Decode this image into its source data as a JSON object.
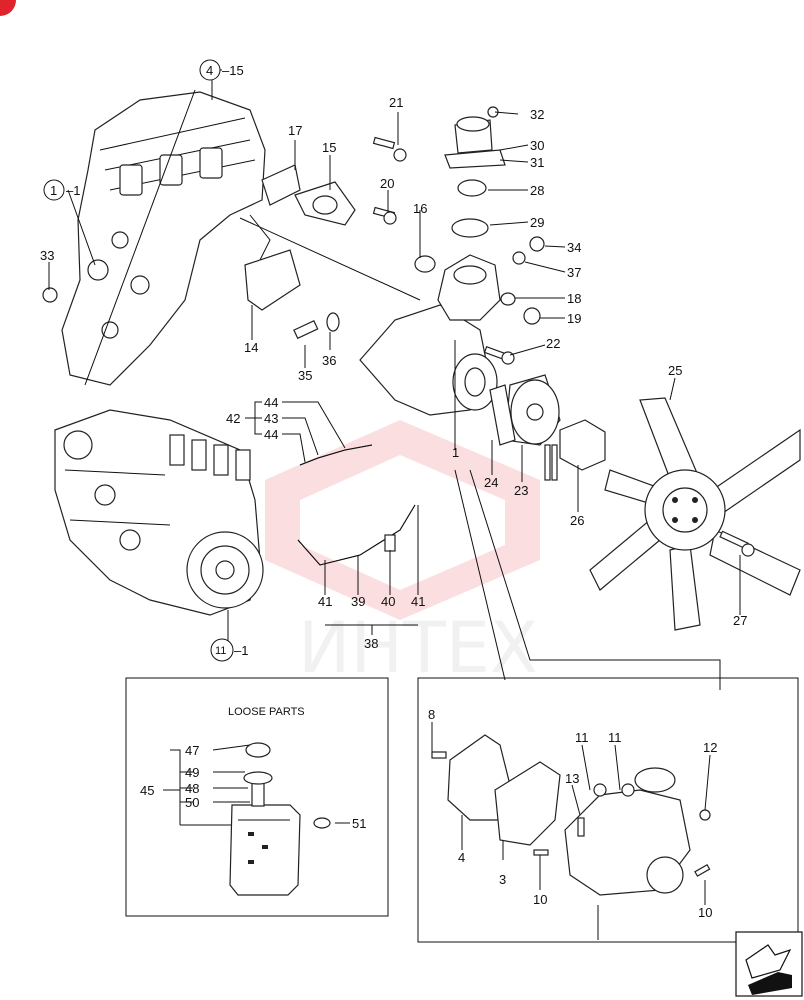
{
  "loose_parts_title": "LOOSE PARTS",
  "watermark": "ИНТЕХ",
  "colors": {
    "accent": "#e0232d",
    "ink": "#111111",
    "watermark": "#e6464f"
  },
  "callouts": {
    "ref_4_15": "4",
    "ref_4_15_suffix": "–15",
    "ref_1_1": "1",
    "ref_1_1_suffix": "–1",
    "ref_11_1": "11",
    "ref_11_1_suffix": "–1",
    "p1": "1",
    "p3": "3",
    "p4": "4",
    "p8": "8",
    "p10a": "10",
    "p10b": "10",
    "p11a": "11",
    "p11b": "11",
    "p12": "12",
    "p13": "13",
    "p14": "14",
    "p15": "15",
    "p16": "16",
    "p17": "17",
    "p18": "18",
    "p19": "19",
    "p20": "20",
    "p21": "21",
    "p22": "22",
    "p23": "23",
    "p24": "24",
    "p25": "25",
    "p26": "26",
    "p27": "27",
    "p28": "28",
    "p29": "29",
    "p30": "30",
    "p31": "31",
    "p32": "32",
    "p33": "33",
    "p34": "34",
    "p35": "35",
    "p36": "36",
    "p37": "37",
    "p38": "38",
    "p39": "39",
    "p40": "40",
    "p41a": "41",
    "p41b": "41",
    "p42": "42",
    "p43": "43",
    "p44a": "44",
    "p44b": "44",
    "p45": "45",
    "p47": "47",
    "p48": "48",
    "p49": "49",
    "p50": "50",
    "p51": "51"
  },
  "icons": {
    "corner_marker": "red-circle-icon",
    "next_page": "next-page-arrow-icon"
  }
}
